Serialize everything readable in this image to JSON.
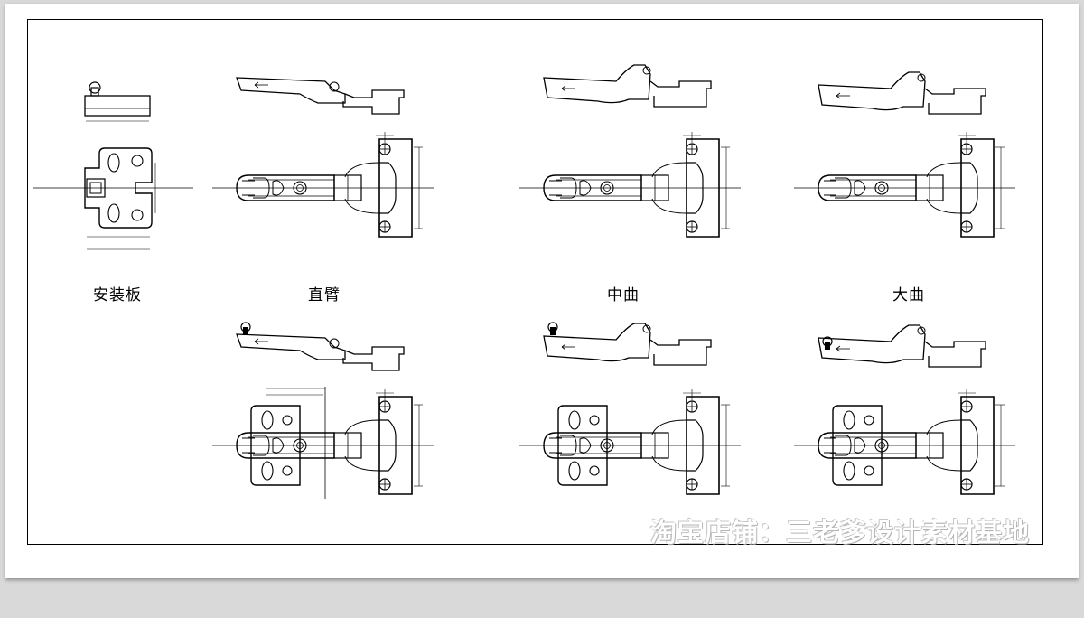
{
  "labels": {
    "mounting_plate": "安装板",
    "straight_arm": "直臂",
    "half_overlay": "中曲",
    "full_inset": "大曲"
  },
  "watermark": "淘宝店铺：三老爹设计素材基地",
  "colors": {
    "background": "#d9d9d9",
    "sheet": "#ffffff",
    "line": "#000000"
  }
}
